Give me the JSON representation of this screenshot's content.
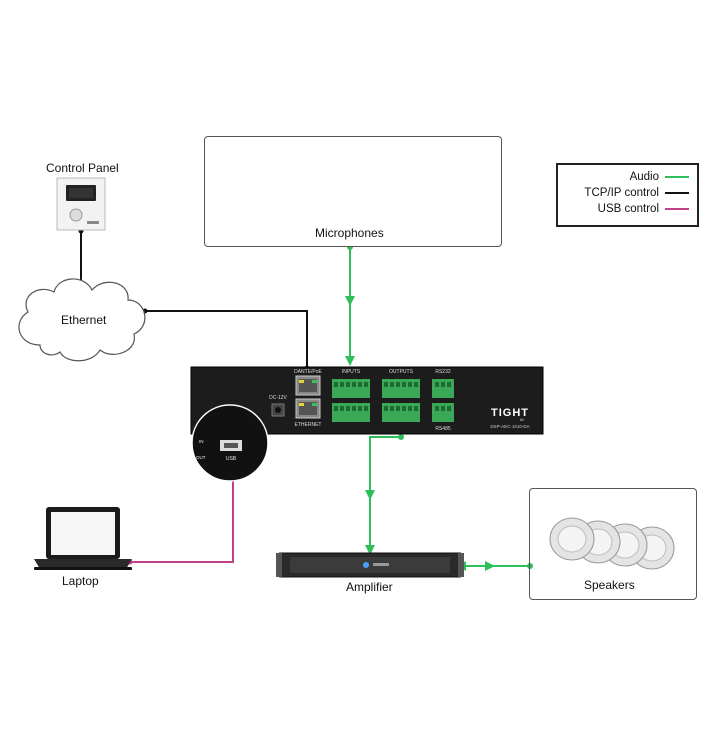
{
  "labels": {
    "control_panel": "Control Panel",
    "ethernet": "Ethernet",
    "microphones": "Microphones",
    "laptop": "Laptop",
    "amplifier": "Amplifier",
    "speakers": "Speakers"
  },
  "legend": {
    "audio": "Audio",
    "tcpip": "TCP/IP control",
    "usb": "USB control"
  },
  "colors": {
    "audio": "#2fbf5a",
    "tcpip": "#111111",
    "usb": "#c2408a"
  },
  "device": {
    "dc": "DC-12V",
    "dante": "DANTE/PoE",
    "ethernet_port": "ETHERNET",
    "inputs": "INPUTS",
    "outputs": "OUTPUTS",
    "rs232": "RS232",
    "rs485": "RS485",
    "brand": "TIGHT",
    "brand_sub": "AV",
    "model": "DSP-AEC-1010-DA",
    "in": "IN",
    "out": "OUT",
    "usb": "USB"
  }
}
